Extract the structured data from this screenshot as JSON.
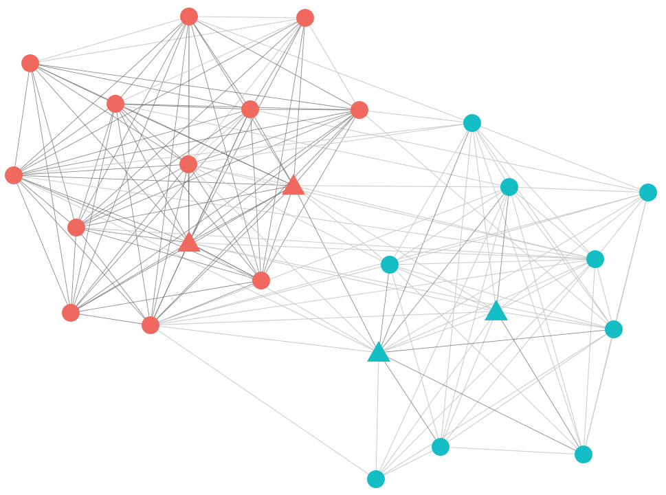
{
  "colors": {
    "group_a": "#f0695f",
    "group_b": "#14bec4",
    "edge_dark": "#666666",
    "edge_light": "#c8c8c8",
    "background": "#ffffff"
  },
  "nodes": [
    {
      "id": "a1",
      "group": "a",
      "shape": "circle"
    },
    {
      "id": "a2",
      "group": "a",
      "shape": "circle"
    },
    {
      "id": "a3",
      "group": "a",
      "shape": "circle"
    },
    {
      "id": "a4",
      "group": "a",
      "shape": "circle"
    },
    {
      "id": "a5",
      "group": "a",
      "shape": "circle"
    },
    {
      "id": "a6",
      "group": "a",
      "shape": "circle"
    },
    {
      "id": "a7",
      "group": "a",
      "shape": "circle"
    },
    {
      "id": "a8",
      "group": "a",
      "shape": "circle"
    },
    {
      "id": "a9",
      "group": "a",
      "shape": "triangle"
    },
    {
      "id": "a10",
      "group": "a",
      "shape": "circle"
    },
    {
      "id": "a11",
      "group": "a",
      "shape": "triangle"
    },
    {
      "id": "a12",
      "group": "a",
      "shape": "circle"
    },
    {
      "id": "a13",
      "group": "a",
      "shape": "circle"
    },
    {
      "id": "a14",
      "group": "a",
      "shape": "circle"
    },
    {
      "id": "b1",
      "group": "b",
      "shape": "circle"
    },
    {
      "id": "b2",
      "group": "b",
      "shape": "circle"
    },
    {
      "id": "b3",
      "group": "b",
      "shape": "circle"
    },
    {
      "id": "b4",
      "group": "b",
      "shape": "circle"
    },
    {
      "id": "b5",
      "group": "b",
      "shape": "circle"
    },
    {
      "id": "b6",
      "group": "b",
      "shape": "triangle"
    },
    {
      "id": "b7",
      "group": "b",
      "shape": "circle"
    },
    {
      "id": "b8",
      "group": "b",
      "shape": "triangle"
    },
    {
      "id": "b9",
      "group": "b",
      "shape": "circle"
    },
    {
      "id": "b10",
      "group": "b",
      "shape": "circle"
    },
    {
      "id": "b11",
      "group": "b",
      "shape": "circle"
    }
  ],
  "edges": [
    [
      "a1",
      "a2",
      "l"
    ],
    [
      "a1",
      "a3",
      "l"
    ],
    [
      "a1",
      "a5",
      "d"
    ],
    [
      "a1",
      "a9",
      "d"
    ],
    [
      "a1",
      "a10",
      "d"
    ],
    [
      "a1",
      "a11",
      "d"
    ],
    [
      "a1",
      "a13",
      "d"
    ],
    [
      "a1",
      "a4",
      "d"
    ],
    [
      "a1",
      "a7",
      "d"
    ],
    [
      "a1",
      "a8",
      "d"
    ],
    [
      "a1",
      "a6",
      "d"
    ],
    [
      "a2",
      "a4",
      "d"
    ],
    [
      "a2",
      "a5",
      "d"
    ],
    [
      "a2",
      "a6",
      "d"
    ],
    [
      "a2",
      "a7",
      "d"
    ],
    [
      "a2",
      "a8",
      "l"
    ],
    [
      "a2",
      "a9",
      "d"
    ],
    [
      "a2",
      "a10",
      "d"
    ],
    [
      "a2",
      "a11",
      "d"
    ],
    [
      "a2",
      "a12",
      "d"
    ],
    [
      "a2",
      "a13",
      "d"
    ],
    [
      "a2",
      "a14",
      "d"
    ],
    [
      "a2",
      "b1",
      "l"
    ],
    [
      "a2",
      "a3",
      "l"
    ],
    [
      "a3",
      "a5",
      "d"
    ],
    [
      "a3",
      "a6",
      "l"
    ],
    [
      "a3",
      "a7",
      "d"
    ],
    [
      "a3",
      "a8",
      "l"
    ],
    [
      "a3",
      "a9",
      "d"
    ],
    [
      "a3",
      "a11",
      "d"
    ],
    [
      "a3",
      "a10",
      "d"
    ],
    [
      "a3",
      "a12",
      "d"
    ],
    [
      "a3",
      "a4",
      "l"
    ],
    [
      "a4",
      "a5",
      "d"
    ],
    [
      "a4",
      "a6",
      "d"
    ],
    [
      "a4",
      "a7",
      "d"
    ],
    [
      "a4",
      "a8",
      "d"
    ],
    [
      "a4",
      "a9",
      "d"
    ],
    [
      "a4",
      "a10",
      "d"
    ],
    [
      "a4",
      "a11",
      "d"
    ],
    [
      "a4",
      "a12",
      "d"
    ],
    [
      "a4",
      "a13",
      "d"
    ],
    [
      "a4",
      "a14",
      "d"
    ],
    [
      "a4",
      "b2",
      "l"
    ],
    [
      "a5",
      "a6",
      "d"
    ],
    [
      "a5",
      "a7",
      "d"
    ],
    [
      "a5",
      "a8",
      "l"
    ],
    [
      "a5",
      "a9",
      "d"
    ],
    [
      "a5",
      "a10",
      "d"
    ],
    [
      "a5",
      "a11",
      "d"
    ],
    [
      "a5",
      "a12",
      "d"
    ],
    [
      "a5",
      "a13",
      "d"
    ],
    [
      "a5",
      "a14",
      "d"
    ],
    [
      "a5",
      "b3",
      "l"
    ],
    [
      "a6",
      "a7",
      "d"
    ],
    [
      "a6",
      "a8",
      "d"
    ],
    [
      "a6",
      "a9",
      "d"
    ],
    [
      "a6",
      "a10",
      "d"
    ],
    [
      "a6",
      "a11",
      "d"
    ],
    [
      "a6",
      "a12",
      "d"
    ],
    [
      "a6",
      "a13",
      "d"
    ],
    [
      "a6",
      "a14",
      "d"
    ],
    [
      "a6",
      "b1",
      "l"
    ],
    [
      "a6",
      "b7",
      "l"
    ],
    [
      "a7",
      "a8",
      "d"
    ],
    [
      "a7",
      "a9",
      "d"
    ],
    [
      "a7",
      "a10",
      "d"
    ],
    [
      "a7",
      "a11",
      "d"
    ],
    [
      "a7",
      "a12",
      "d"
    ],
    [
      "a7",
      "a13",
      "d"
    ],
    [
      "a7",
      "a14",
      "d"
    ],
    [
      "a7",
      "b5",
      "l"
    ],
    [
      "a7",
      "b1",
      "l"
    ],
    [
      "a7",
      "b8",
      "l"
    ],
    [
      "a8",
      "a9",
      "l"
    ],
    [
      "a8",
      "a10",
      "d"
    ],
    [
      "a8",
      "a11",
      "d"
    ],
    [
      "a8",
      "a12",
      "d"
    ],
    [
      "a8",
      "a13",
      "d"
    ],
    [
      "a8",
      "a14",
      "d"
    ],
    [
      "a8",
      "b4",
      "l"
    ],
    [
      "a8",
      "b5",
      "l"
    ],
    [
      "a8",
      "b8",
      "l"
    ],
    [
      "a8",
      "b1",
      "l"
    ],
    [
      "a9",
      "a10",
      "d"
    ],
    [
      "a9",
      "a11",
      "d"
    ],
    [
      "a9",
      "a12",
      "d"
    ],
    [
      "a9",
      "a13",
      "d"
    ],
    [
      "a9",
      "a14",
      "d"
    ],
    [
      "a9",
      "b2",
      "l"
    ],
    [
      "a9",
      "b8",
      "d"
    ],
    [
      "a9",
      "b6",
      "l"
    ],
    [
      "a9",
      "b5",
      "l"
    ],
    [
      "a9",
      "b4",
      "l"
    ],
    [
      "a10",
      "a11",
      "d"
    ],
    [
      "a10",
      "a12",
      "d"
    ],
    [
      "a10",
      "a13",
      "d"
    ],
    [
      "a10",
      "a14",
      "d"
    ],
    [
      "a10",
      "b5",
      "l"
    ],
    [
      "a11",
      "a12",
      "d"
    ],
    [
      "a11",
      "a13",
      "d"
    ],
    [
      "a11",
      "a14",
      "d"
    ],
    [
      "a11",
      "b5",
      "l"
    ],
    [
      "a11",
      "b6",
      "l"
    ],
    [
      "a11",
      "b7",
      "l"
    ],
    [
      "a11",
      "b8",
      "l"
    ],
    [
      "a12",
      "a13",
      "d"
    ],
    [
      "a12",
      "a14",
      "d"
    ],
    [
      "a12",
      "a11",
      "d"
    ],
    [
      "a13",
      "a14",
      "d"
    ],
    [
      "a14",
      "b8",
      "l"
    ],
    [
      "a14",
      "b5",
      "l"
    ],
    [
      "a14",
      "b11",
      "l"
    ],
    [
      "a14",
      "b2",
      "l"
    ],
    [
      "a14",
      "b4",
      "l"
    ],
    [
      "a14",
      "b6",
      "l"
    ],
    [
      "a14",
      "b3",
      "l"
    ],
    [
      "b1",
      "b2",
      "l"
    ],
    [
      "b1",
      "b3",
      "l"
    ],
    [
      "b1",
      "b4",
      "l"
    ],
    [
      "b1",
      "b5",
      "l"
    ],
    [
      "b1",
      "b6",
      "l"
    ],
    [
      "b1",
      "b7",
      "l"
    ],
    [
      "b1",
      "b8",
      "d"
    ],
    [
      "b1",
      "b9",
      "l"
    ],
    [
      "b1",
      "b10",
      "l"
    ],
    [
      "b2",
      "b3",
      "l"
    ],
    [
      "b2",
      "b4",
      "l"
    ],
    [
      "b2",
      "b5",
      "l"
    ],
    [
      "b2",
      "b6",
      "d"
    ],
    [
      "b2",
      "b7",
      "l"
    ],
    [
      "b2",
      "b8",
      "d"
    ],
    [
      "b2",
      "b9",
      "l"
    ],
    [
      "b2",
      "b10",
      "l"
    ],
    [
      "b2",
      "b11",
      "l"
    ],
    [
      "b3",
      "b4",
      "l"
    ],
    [
      "b3",
      "b5",
      "l"
    ],
    [
      "b3",
      "b6",
      "l"
    ],
    [
      "b3",
      "b7",
      "l"
    ],
    [
      "b3",
      "b8",
      "l"
    ],
    [
      "b3",
      "b10",
      "l"
    ],
    [
      "b4",
      "b5",
      "l"
    ],
    [
      "b4",
      "b6",
      "l"
    ],
    [
      "b4",
      "b7",
      "l"
    ],
    [
      "b4",
      "b8",
      "d"
    ],
    [
      "b4",
      "b9",
      "l"
    ],
    [
      "b4",
      "b10",
      "l"
    ],
    [
      "b5",
      "b6",
      "l"
    ],
    [
      "b5",
      "b7",
      "l"
    ],
    [
      "b5",
      "b8",
      "l"
    ],
    [
      "b5",
      "b9",
      "l"
    ],
    [
      "b5",
      "b10",
      "l"
    ],
    [
      "b5",
      "b11",
      "l"
    ],
    [
      "b6",
      "b7",
      "l"
    ],
    [
      "b6",
      "b8",
      "l"
    ],
    [
      "b6",
      "b9",
      "l"
    ],
    [
      "b6",
      "b10",
      "d"
    ],
    [
      "b6",
      "b11",
      "l"
    ],
    [
      "b7",
      "b8",
      "d"
    ],
    [
      "b7",
      "b9",
      "l"
    ],
    [
      "b7",
      "b10",
      "l"
    ],
    [
      "b7",
      "b11",
      "l"
    ],
    [
      "b8",
      "b9",
      "d"
    ],
    [
      "b8",
      "b10",
      "d"
    ],
    [
      "b8",
      "b11",
      "l"
    ],
    [
      "b9",
      "b10",
      "l"
    ],
    [
      "b9",
      "b11",
      "l"
    ]
  ]
}
